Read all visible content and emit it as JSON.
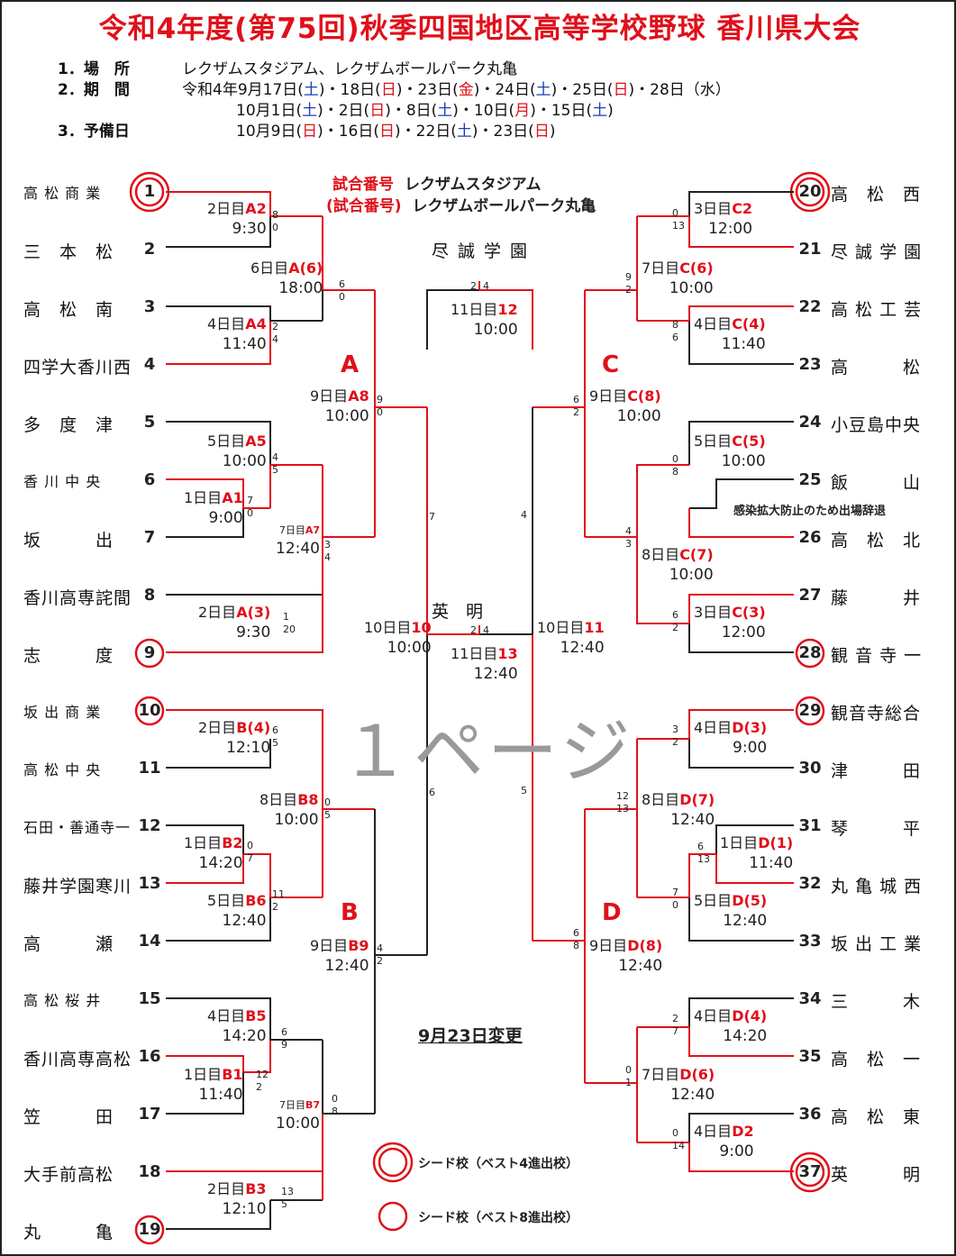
{
  "title": "令和4年度(第75回)秋季四国地区高等学校野球 香川県大会",
  "info": [
    {
      "no": "1．場　所",
      "parts": [
        {
          "t": "レクザムスタジアム、レクザムボールパーク丸亀",
          "c": ""
        }
      ]
    },
    {
      "no": "2．期　間",
      "parts": [
        {
          "t": "令和4年9月17日(",
          "c": ""
        },
        {
          "t": "土",
          "c": "blue"
        },
        {
          "t": ")・18日(",
          "c": ""
        },
        {
          "t": "日",
          "c": "red"
        },
        {
          "t": ")・23日(",
          "c": ""
        },
        {
          "t": "金",
          "c": "red"
        },
        {
          "t": ")・24日(",
          "c": ""
        },
        {
          "t": "土",
          "c": "blue"
        },
        {
          "t": ")・25日(",
          "c": ""
        },
        {
          "t": "日",
          "c": "red"
        },
        {
          "t": ")・28日（水）",
          "c": ""
        }
      ]
    },
    {
      "no": "",
      "parts": [
        {
          "t": "10月1日(",
          "c": ""
        },
        {
          "t": "土",
          "c": "blue"
        },
        {
          "t": ")・2日(",
          "c": ""
        },
        {
          "t": "日",
          "c": "red"
        },
        {
          "t": ")・8日(",
          "c": ""
        },
        {
          "t": "土",
          "c": "blue"
        },
        {
          "t": ")・10日(",
          "c": ""
        },
        {
          "t": "月",
          "c": "red"
        },
        {
          "t": ")・15日(",
          "c": ""
        },
        {
          "t": "土",
          "c": "blue"
        },
        {
          "t": ")",
          "c": ""
        }
      ]
    },
    {
      "no": "3．予備日",
      "parts": [
        {
          "t": "10月9日(",
          "c": ""
        },
        {
          "t": "日",
          "c": "red"
        },
        {
          "t": ")・16日(",
          "c": ""
        },
        {
          "t": "日",
          "c": "red"
        },
        {
          "t": ")・22日(",
          "c": ""
        },
        {
          "t": "土",
          "c": "blue"
        },
        {
          "t": ")・23日(",
          "c": ""
        },
        {
          "t": "日",
          "c": "red"
        },
        {
          "t": ")",
          "c": ""
        }
      ]
    }
  ],
  "venues": [
    {
      "label": "試合番号",
      "name": "レクザムスタジアム"
    },
    {
      "label": "(試合番号)",
      "name": "レクザムボールパーク丸亀"
    }
  ],
  "left_teams": [
    {
      "no": "1",
      "name": "高 松 商 業",
      "seed": "best4"
    },
    {
      "no": "2",
      "name": "三　本　松",
      "seed": ""
    },
    {
      "no": "3",
      "name": "高　松　南",
      "seed": ""
    },
    {
      "no": "4",
      "name": "四学大香川西",
      "seed": ""
    },
    {
      "no": "5",
      "name": "多　度　津",
      "seed": ""
    },
    {
      "no": "6",
      "name": "香 川 中 央",
      "seed": ""
    },
    {
      "no": "7",
      "name": "坂　　　出",
      "seed": ""
    },
    {
      "no": "8",
      "name": "香川高専詫間",
      "seed": ""
    },
    {
      "no": "9",
      "name": "志　　　度",
      "seed": "best8"
    },
    {
      "no": "10",
      "name": "坂 出 商 業",
      "seed": "best8"
    },
    {
      "no": "11",
      "name": "高 松 中 央",
      "seed": ""
    },
    {
      "no": "12",
      "name": "石田・善通寺一",
      "seed": ""
    },
    {
      "no": "13",
      "name": "藤井学園寒川",
      "seed": ""
    },
    {
      "no": "14",
      "name": "高　　　瀬",
      "seed": ""
    },
    {
      "no": "15",
      "name": "高 松 桜 井",
      "seed": ""
    },
    {
      "no": "16",
      "name": "香川高専高松",
      "seed": ""
    },
    {
      "no": "17",
      "name": "笠　　　田",
      "seed": ""
    },
    {
      "no": "18",
      "name": "大手前高松",
      "seed": ""
    },
    {
      "no": "19",
      "name": "丸　　　亀",
      "seed": "best8"
    }
  ],
  "right_teams": [
    {
      "no": "20",
      "name": "高　松　西",
      "seed": "best4"
    },
    {
      "no": "21",
      "name": "尽 誠 学 園",
      "seed": ""
    },
    {
      "no": "22",
      "name": "高 松 工 芸",
      "seed": ""
    },
    {
      "no": "23",
      "name": "高　　　松",
      "seed": ""
    },
    {
      "no": "24",
      "name": "小豆島中央",
      "seed": ""
    },
    {
      "no": "25",
      "name": "飯　　　山",
      "seed": ""
    },
    {
      "no": "26",
      "name": "高　松　北",
      "seed": ""
    },
    {
      "no": "27",
      "name": "藤　　　井",
      "seed": ""
    },
    {
      "no": "28",
      "name": "観 音 寺 一",
      "seed": "best8"
    },
    {
      "no": "29",
      "name": "観音寺総合",
      "seed": "best8"
    },
    {
      "no": "30",
      "name": "津　　　田",
      "seed": ""
    },
    {
      "no": "31",
      "name": "琴　　　平",
      "seed": ""
    },
    {
      "no": "32",
      "name": "丸 亀 城 西",
      "seed": ""
    },
    {
      "no": "33",
      "name": "坂 出 工 業",
      "seed": ""
    },
    {
      "no": "34",
      "name": "三　　　木",
      "seed": ""
    },
    {
      "no": "35",
      "name": "高　松　一",
      "seed": ""
    },
    {
      "no": "36",
      "name": "高　松　東",
      "seed": ""
    },
    {
      "no": "37",
      "name": "英　　　明",
      "seed": "best4"
    }
  ],
  "games": [
    {
      "id": "A2",
      "day": "2日目",
      "code": "A2",
      "time": "9:30",
      "s1": "8",
      "s2": "0"
    },
    {
      "id": "A4",
      "day": "4日目",
      "code": "A4",
      "time": "11:40",
      "s1": "2",
      "s2": "4"
    },
    {
      "id": "A6",
      "day": "6日目",
      "code": "A(6)",
      "time": "18:00",
      "s1": "6",
      "s2": "0"
    },
    {
      "id": "A1",
      "day": "1日目",
      "code": "A1",
      "time": "9:00",
      "s1": "7",
      "s2": "0"
    },
    {
      "id": "A5",
      "day": "5日目",
      "code": "A5",
      "time": "10:00",
      "s1": "4",
      "s2": "5"
    },
    {
      "id": "A3",
      "day": "2日目",
      "code": "A(3)",
      "time": "9:30",
      "s1": "1",
      "s2": "20"
    },
    {
      "id": "A7",
      "day": "7日目",
      "code": "A7",
      "time": "12:40",
      "s1": "3",
      "s2": "4"
    },
    {
      "id": "A8",
      "day": "9日目",
      "code": "A8",
      "time": "10:00",
      "s1": "9",
      "s2": "0"
    },
    {
      "id": "B4",
      "day": "2日目",
      "code": "B(4)",
      "time": "12:10",
      "s1": "6",
      "s2": "5"
    },
    {
      "id": "B2",
      "day": "1日目",
      "code": "B2",
      "time": "14:20",
      "s1": "0",
      "s2": "7"
    },
    {
      "id": "B6",
      "day": "5日目",
      "code": "B6",
      "time": "12:40",
      "s1": "11",
      "s2": "2"
    },
    {
      "id": "B8",
      "day": "8日目",
      "code": "B8",
      "time": "10:00",
      "s1": "0",
      "s2": "5"
    },
    {
      "id": "B5",
      "day": "4日目",
      "code": "B5",
      "time": "14:20",
      "s1": "6",
      "s2": "9"
    },
    {
      "id": "B1",
      "day": "1日目",
      "code": "B1",
      "time": "11:40",
      "s1": "12",
      "s2": "2"
    },
    {
      "id": "B3",
      "day": "2日目",
      "code": "B3",
      "time": "12:10",
      "s1": "13",
      "s2": "5"
    },
    {
      "id": "B7",
      "day": "7日目",
      "code": "B7",
      "time": "10:00",
      "s1": "0",
      "s2": "8"
    },
    {
      "id": "B9",
      "day": "9日目",
      "code": "B9",
      "time": "12:40",
      "s1": "4",
      "s2": "2"
    },
    {
      "id": "C2",
      "day": "3日目",
      "code": "C2",
      "time": "12:00",
      "s1": "0",
      "s2": "13"
    },
    {
      "id": "C4",
      "day": "4日目",
      "code": "C(4)",
      "time": "11:40",
      "s1": "8",
      "s2": "6"
    },
    {
      "id": "C6",
      "day": "7日目",
      "code": "C(6)",
      "time": "10:00",
      "s1": "9",
      "s2": "2"
    },
    {
      "id": "C5",
      "day": "5日目",
      "code": "C(5)",
      "time": "10:00",
      "s1": "0",
      "s2": "8"
    },
    {
      "id": "C3",
      "day": "3日目",
      "code": "C(3)",
      "time": "12:00",
      "s1": "6",
      "s2": "2"
    },
    {
      "id": "C7",
      "day": "8日目",
      "code": "C(7)",
      "time": "10:00",
      "s1": "4",
      "s2": "3"
    },
    {
      "id": "C8",
      "day": "9日目",
      "code": "C(8)",
      "time": "10:00",
      "s1": "6",
      "s2": "2"
    },
    {
      "id": "D3",
      "day": "4日目",
      "code": "D(3)",
      "time": "9:00",
      "s1": "3",
      "s2": "2"
    },
    {
      "id": "D1",
      "day": "1日目",
      "code": "D(1)",
      "time": "11:40",
      "s1": "6",
      "s2": "13"
    },
    {
      "id": "D5",
      "day": "5日目",
      "code": "D(5)",
      "time": "12:40",
      "s1": "7",
      "s2": "0"
    },
    {
      "id": "D7",
      "day": "8日目",
      "code": "D(7)",
      "time": "12:40",
      "s1": "12",
      "s2": "13"
    },
    {
      "id": "D4",
      "day": "4日目",
      "code": "D(4)",
      "time": "14:20",
      "s1": "2",
      "s2": "7"
    },
    {
      "id": "D2",
      "day": "4日目",
      "code": "D2",
      "time": "9:00",
      "s1": "0",
      "s2": "14"
    },
    {
      "id": "D6",
      "day": "7日目",
      "code": "D(6)",
      "time": "12:40",
      "s1": "0",
      "s2": "1"
    },
    {
      "id": "D8",
      "day": "9日目",
      "code": "D(8)",
      "time": "12:40",
      "s1": "6",
      "s2": "8"
    },
    {
      "id": "G10",
      "day": "10日目",
      "code": "10",
      "time": "10:00",
      "s1": "7",
      "s2": "6"
    },
    {
      "id": "G11",
      "day": "10日目",
      "code": "11",
      "time": "12:40",
      "s1": "4",
      "s2": "5"
    },
    {
      "id": "G12",
      "day": "11日目",
      "code": "12",
      "time": "10:00",
      "s1": "2",
      "s2": "4"
    },
    {
      "id": "G13",
      "day": "11日目",
      "code": "13",
      "time": "12:40",
      "s1": "2",
      "s2": "4"
    }
  ],
  "zones": [
    "A",
    "B",
    "C",
    "D"
  ],
  "winners": {
    "final12": "尽誠学園",
    "final13": "英　明"
  },
  "watermark": "１ページ",
  "change_note": "9月23日変更",
  "withdraw_note": "感染拡大防止のため出場辞退",
  "legend": [
    {
      "type": "double",
      "label": "シード校（ベスト4進出校）"
    },
    {
      "type": "single",
      "label": "シード校（ベスト8進出校）"
    }
  ],
  "colors": {
    "red": "#e0101a",
    "black": "#222222",
    "blue": "#1a3fb3"
  }
}
